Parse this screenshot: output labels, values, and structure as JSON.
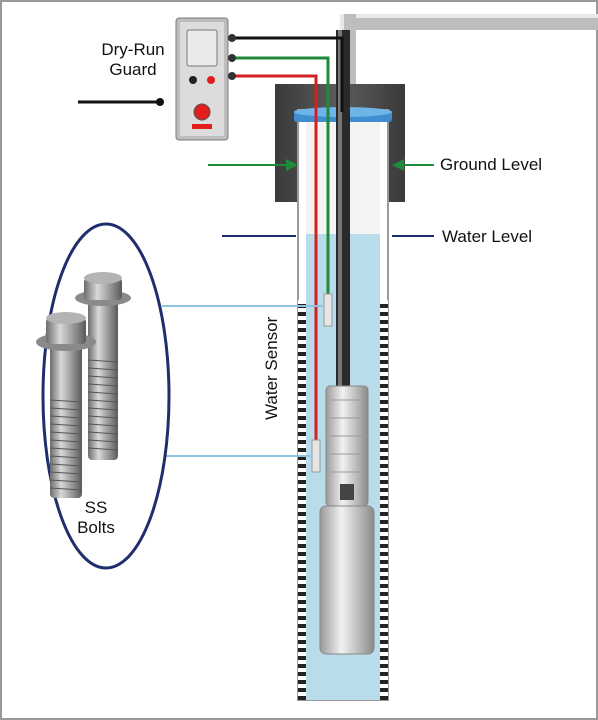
{
  "labels": {
    "device": "Dry-Run\nGuard",
    "ground_level": "Ground Level",
    "water_level": "Water Level",
    "water_sensor": "Water  Sensor",
    "bolts": "SS\nBolts"
  },
  "colors": {
    "water": "#b9dcea",
    "casing_border": "#9a9a9a",
    "ground_block": "#4a4a4a",
    "wire_black": "#111111",
    "wire_green": "#1e8a3a",
    "wire_red": "#d42020",
    "cap_blue": "#3f8fd0",
    "ellipse_border": "#1f2f6e",
    "device_body": "#dcdcdc",
    "indicator_red": "#e01e1e"
  },
  "icons": [
    "dry-run-guard-device",
    "submersible-pump",
    "ss-bolt"
  ]
}
